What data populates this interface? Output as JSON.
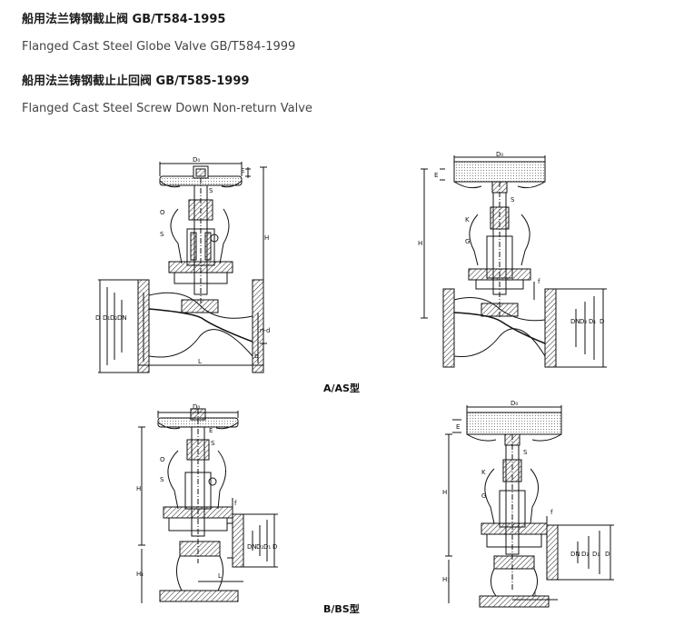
{
  "title_cn_1": "船用法兰铸钢截止阀  GB/T584-1995",
  "title_en_1": "Flanged Cast Steel Globe Valve GB/T584-1999",
  "title_cn_2": "船用法兰铸钢截止止回阀 GB/T585-1999",
  "title_en_2": "Flanged Cast Steel Screw Down Non-return Valve",
  "caption_a": "A/AS型",
  "caption_b": "B/BS型",
  "labels": {
    "d0": "D₀",
    "e": "E",
    "s": "S",
    "o": "O",
    "h": "H",
    "k": "K",
    "g": "G",
    "d": "D",
    "d1": "D₁",
    "d2": "D₂",
    "dn": "DN",
    "l": "L",
    "b": "b",
    "f": "f",
    "nd": "n-d",
    "h1": "H₁"
  }
}
